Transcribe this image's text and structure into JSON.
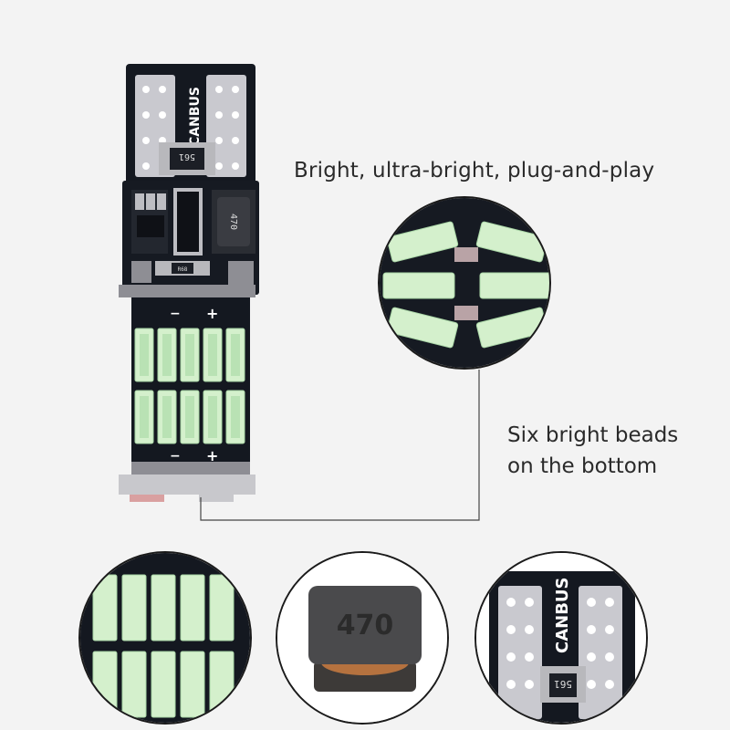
{
  "headline": "Bright, ultra-bright, plug-and-play",
  "caption": {
    "line1": "Six bright beads",
    "line2": "on the bottom"
  },
  "pcb": {
    "brand_label": "CANBUS",
    "resistor_marking": "561",
    "resistor_small_marking": "R68",
    "inductor_marking": "470",
    "polarity_minus": "−",
    "polarity_plus": "+"
  },
  "colors": {
    "background": "#f3f3f3",
    "pcb": "#141820",
    "led": "#d4f0cc",
    "text": "#2a2a2a"
  }
}
